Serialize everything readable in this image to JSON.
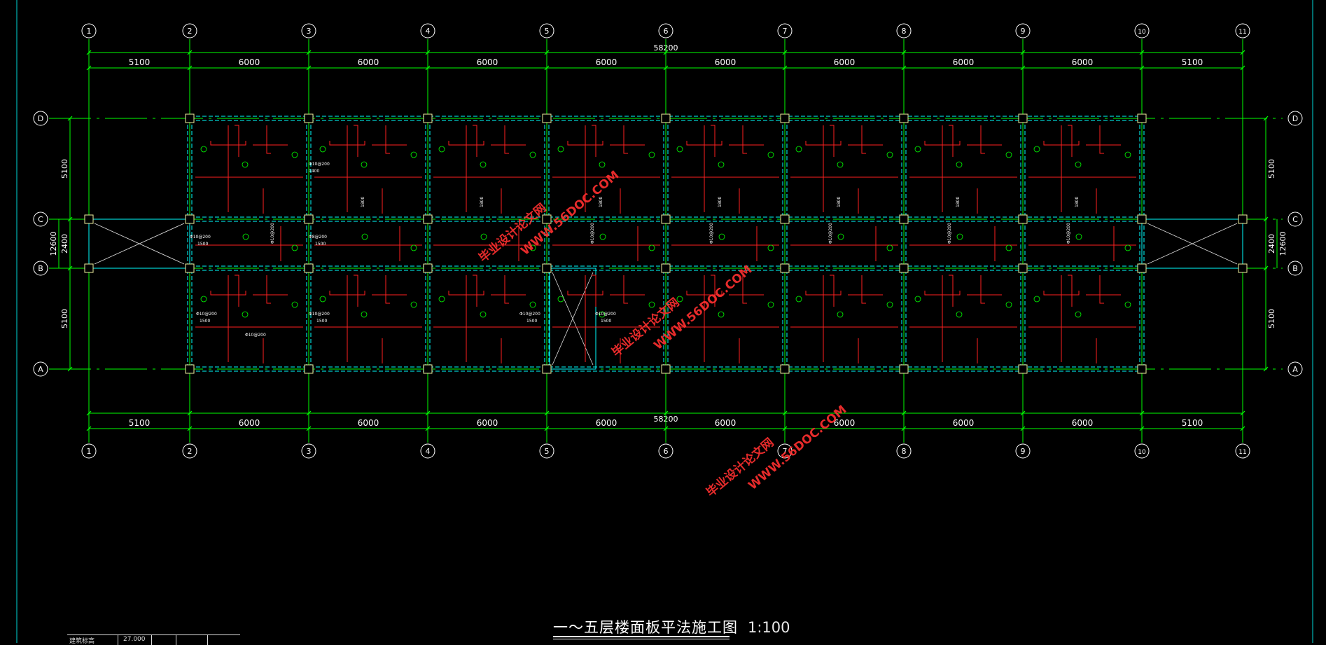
{
  "axes": {
    "columns": [
      "1",
      "2",
      "3",
      "4",
      "5",
      "6",
      "7",
      "8",
      "9",
      "10",
      "11"
    ],
    "rows": [
      "D",
      "C",
      "B",
      "A"
    ]
  },
  "dimensions": {
    "total_horizontal": "58200",
    "bays": [
      "5100",
      "6000",
      "6000",
      "6000",
      "6000",
      "6000",
      "6000",
      "6000",
      "6000",
      "5100"
    ],
    "left_side": [
      "5100",
      "2400",
      "5100"
    ],
    "left_total": "12600",
    "right_side": [
      "5100",
      "2400",
      "5100"
    ],
    "right_total": "12600"
  },
  "slab_labels": {
    "mesh_a": "Φ10@200",
    "mesh_b": "Φ8@200",
    "mesh_c": "Φ10@200",
    "len_a": "1400",
    "len_b": "1500",
    "len_c": "1800"
  },
  "watermark": {
    "cn": "毕业设计论文网",
    "url": "WWW.56DOC.COM"
  },
  "title": {
    "text": "一～五层楼面板平法施工图",
    "scale": "1:100"
  },
  "table": {
    "label": "建筑标高",
    "value": "27.000"
  },
  "colors": {
    "background": "#000000",
    "axis": "#00ff00",
    "dimension_text": "#ffffff",
    "beam": "#00ffff",
    "rebar": "#ff2020",
    "watermark": "#ff3030"
  }
}
